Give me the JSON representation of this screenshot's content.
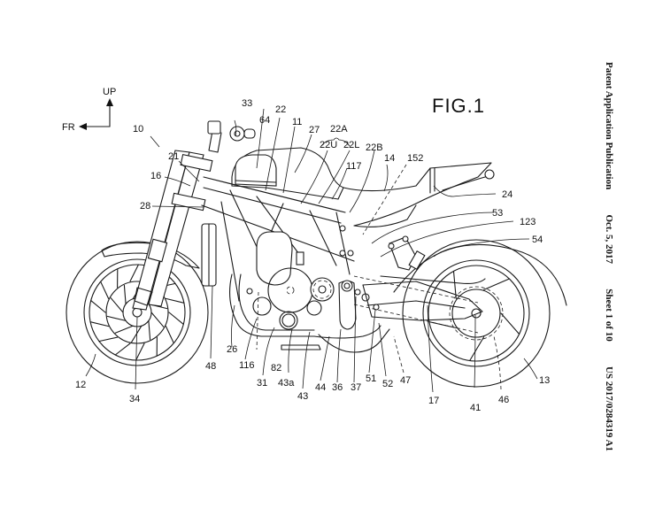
{
  "header": {
    "title": "Patent Application Publication",
    "date": "Oct. 5, 2017",
    "sheet": "Sheet 1 of 10",
    "number": "US 2017/0284319 A1"
  },
  "figure": {
    "label": "FIG.1",
    "direction_up": "UP",
    "direction_front": "FR"
  },
  "reference_numerals": {
    "n10": "10",
    "n11": "11",
    "n12": "12",
    "n13": "13",
    "n14": "14",
    "n16": "16",
    "n17": "17",
    "n21": "21",
    "n22": "22",
    "n22A": "22A",
    "n22U": "22U",
    "n22L": "22L",
    "n22B": "22B",
    "n24": "24",
    "n26": "26",
    "n27": "27",
    "n28": "28",
    "n31": "31",
    "n33": "33",
    "n34": "34",
    "n36": "36",
    "n37": "37",
    "n41": "41",
    "n43": "43",
    "n43a": "43a",
    "n44": "44",
    "n46": "46",
    "n47": "47",
    "n48": "48",
    "n51": "51",
    "n52": "52",
    "n53": "53",
    "n54": "54",
    "n64": "64",
    "n82": "82",
    "n116": "116",
    "n117": "117",
    "n123": "123",
    "n152": "152"
  }
}
